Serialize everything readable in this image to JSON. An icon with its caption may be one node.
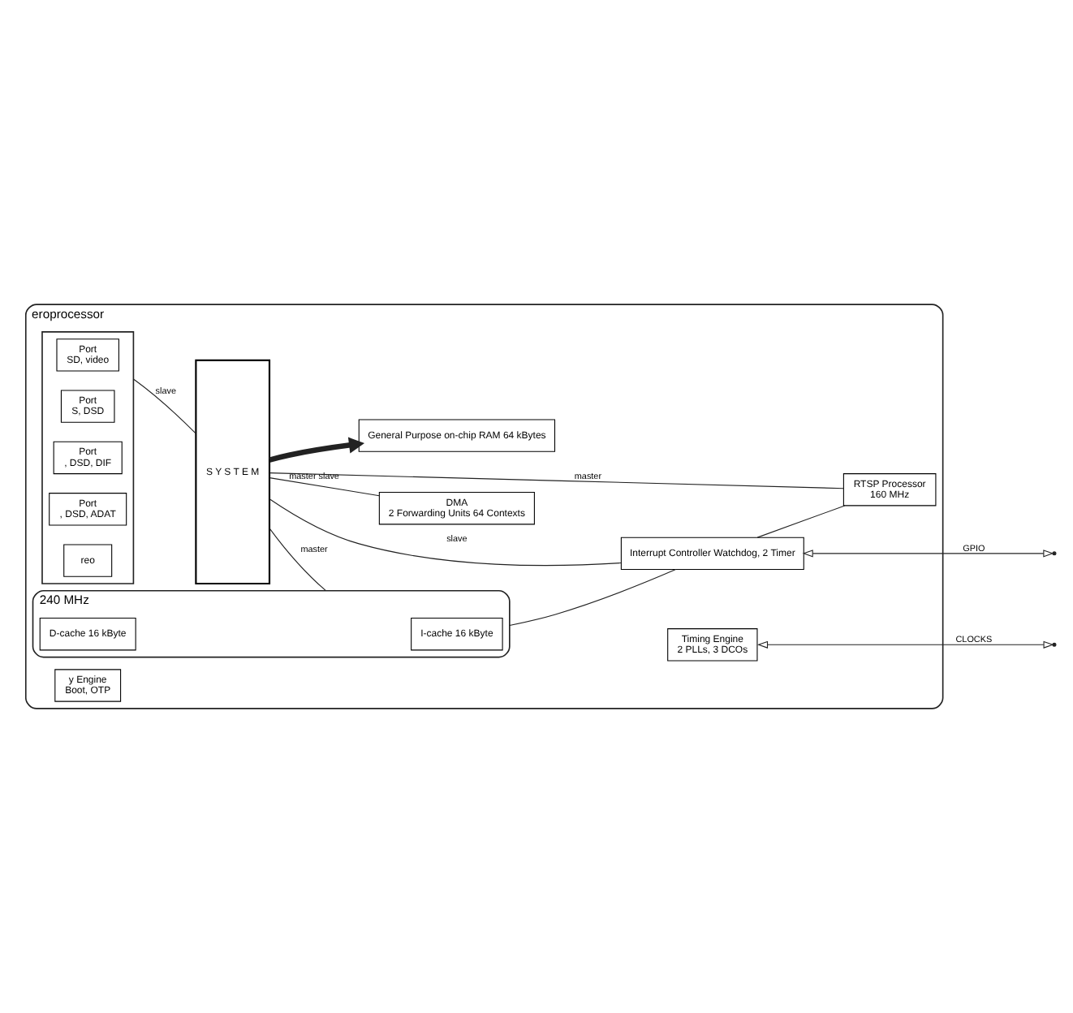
{
  "diagram": {
    "nodes": [
      {
        "text": [
          "eroprocessor"
        ]
      },
      {
        "text": [
          "y Engine",
          "Boot, OTP"
        ],
        "in": 0
      },
      {
        "text": [
          "General Purpose on-chip RAM 64 kBytes"
        ],
        "in": 0
      },
      {
        "text": [
          "Timing Engine",
          "2 PLLs, 3 DCOs"
        ],
        "in": 0
      },
      {
        "text": [],
        "shape": "box",
        "in": 0
      },
      {
        "text": [
          "Port",
          "SD, video"
        ],
        "in": 4
      },
      {
        "text": [
          "Port",
          "S, DSD"
        ],
        "in": 4
      },
      {
        "text": [
          "Port",
          ", DSD, DIF"
        ],
        "in": 4
      },
      {
        "text": [
          "Port",
          ", DSD, ADAT"
        ],
        "in": 4
      },
      {
        "text": [
          "reo"
        ],
        "in": 4
      },
      {
        "text": [
          "S Y S T E M"
        ],
        "in": 0
      },
      {
        "text": [
          "DMA",
          "2 Forwarding Units 64 Contexts"
        ],
        "in": 0
      },
      {
        "text": [
          "240 MHz"
        ],
        "in": 0
      },
      {
        "text": [
          "I-cache 16 kByte"
        ],
        "in": 12
      },
      {
        "text": [
          "D-cache 16 kByte"
        ],
        "in": 12
      },
      {
        "text": [
          "Interrupt Controller Watchdog, 2 Timer"
        ],
        "in": 0
      },
      {
        "text": [
          "RTSP Processor",
          "160 MHz"
        ],
        "in": 0
      }
    ],
    "edges": [
      {
        "from": 10,
        "to": 2,
        "arrow": "to",
        "style": "thick"
      },
      {
        "from": 10,
        "to": 11,
        "arrow": "none",
        "label": "master slave"
      },
      {
        "from": 4,
        "to": 10,
        "arrow": "none",
        "label": "slave"
      },
      {
        "from": 10,
        "to": 12,
        "arrow": "none",
        "label": "master"
      },
      {
        "from": 10,
        "to": 15,
        "arrow": "none",
        "label": "slave"
      },
      {
        "from": 10,
        "to": 16,
        "arrow": "none",
        "label": "master"
      },
      {
        "from": 12,
        "to": 15,
        "arrow": "none"
      },
      {
        "from": 15,
        "to": 16,
        "arrow": "none"
      },
      {
        "from": 3,
        "to": null,
        "arrow": "both",
        "label": "CLOCKS"
      },
      {
        "from": 15,
        "to": null,
        "arrow": "both",
        "label": "GPIO"
      }
    ]
  }
}
